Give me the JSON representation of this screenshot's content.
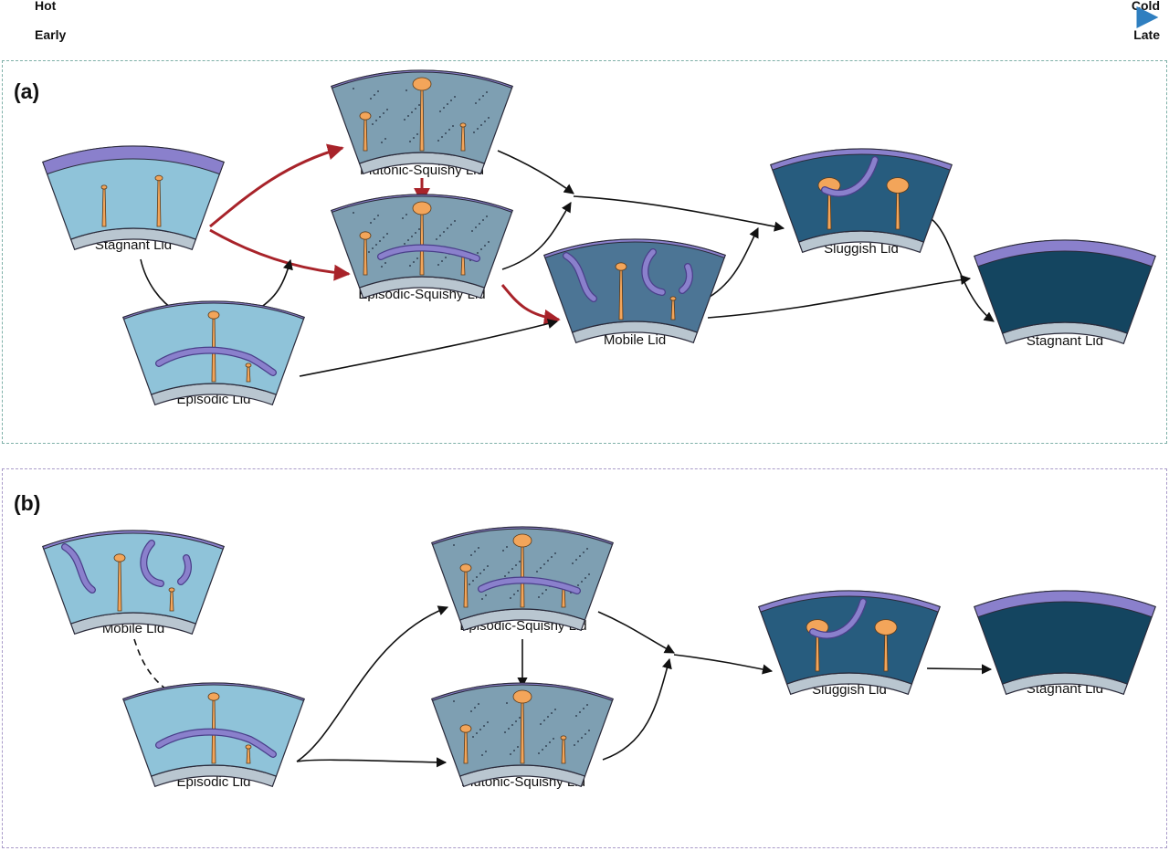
{
  "scale": {
    "left_top": "Hot",
    "left_bottom": "Early",
    "right_top": "Cold",
    "right_bottom": "Late",
    "colors": {
      "hot": "#b02a2e",
      "cold": "#2f7fc0"
    }
  },
  "panel_a": {
    "label": "(a)",
    "nodes": [
      {
        "id": "stagnant-start",
        "label": "Stagnant Lid",
        "style": "stagnant-early"
      },
      {
        "id": "episodic",
        "label": "Episodic Lid",
        "style": "episodic"
      },
      {
        "id": "plutonic",
        "label": "Plutonic-Squishy Lid",
        "style": "plutonic"
      },
      {
        "id": "episodic-squishy",
        "label": "Episodic-Squishy Lid",
        "style": "episodic-squishy"
      },
      {
        "id": "mobile",
        "label": "Mobile Lid",
        "style": "mobile"
      },
      {
        "id": "sluggish",
        "label": "Sluggish Lid",
        "style": "sluggish"
      },
      {
        "id": "stagnant-end",
        "label": "Stagnant Lid",
        "style": "stagnant-late"
      }
    ]
  },
  "panel_b": {
    "label": "(b)",
    "nodes": [
      {
        "id": "mobile",
        "label": "Mobile Lid",
        "style": "mobile-light"
      },
      {
        "id": "episodic",
        "label": "Episodic Lid",
        "style": "episodic"
      },
      {
        "id": "episodic-squishy",
        "label": "Episodic-Squishy Lid",
        "style": "episodic-squishy"
      },
      {
        "id": "plutonic",
        "label": "Plutonic-Squishy Lid",
        "style": "plutonic"
      },
      {
        "id": "sluggish",
        "label": "Sluggish Lid",
        "style": "sluggish"
      },
      {
        "id": "stagnant-end",
        "label": "Stagnant Lid",
        "style": "stagnant-late"
      }
    ]
  },
  "colors": {
    "highlight_arrow": "#a8232a",
    "normal_arrow": "#111111",
    "lid_purple": "#8a80cc",
    "core_gray": "#b9c6d0",
    "plume_orange": "#f3a55a",
    "mantle_light": "#8fc3d9",
    "mantle_gray": "#7e9fb2",
    "mantle_mid": "#4c7595",
    "mantle_dark": "#275c7e",
    "mantle_darkest": "#144560"
  }
}
